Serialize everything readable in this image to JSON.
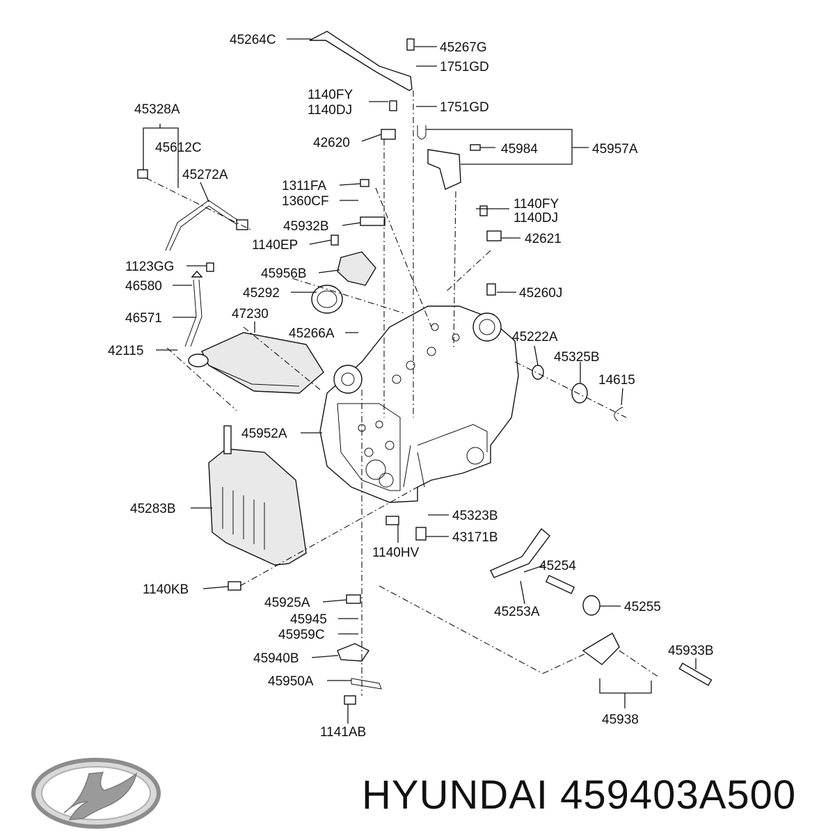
{
  "brand": {
    "name": "HYUNDAI",
    "part_number": "459403A500",
    "logo_icon": "hyundai-logo-icon",
    "logo_color": "#8c8c8c"
  },
  "callouts": [
    "45264C",
    "45267G",
    "1751GD",
    "1140FY",
    "1140DJ",
    "1751GD",
    "45328A",
    "45612C",
    "42620",
    "45957A",
    "45984",
    "45272A",
    "1311FA",
    "1360CF",
    "1140FY",
    "1140DJ",
    "45932B",
    "1140EP",
    "42621",
    "1123GG",
    "45956B",
    "46580",
    "45292",
    "45260J",
    "46571",
    "47230",
    "45266A",
    "45222A",
    "42115",
    "45325B",
    "14615",
    "45952A",
    "45283B",
    "45323B",
    "43171B",
    "1140HV",
    "45254",
    "1140KB",
    "45925A",
    "45253A",
    "45255",
    "45945",
    "45959C",
    "45933B",
    "45940B",
    "45950A",
    "45938",
    "1141AB"
  ]
}
